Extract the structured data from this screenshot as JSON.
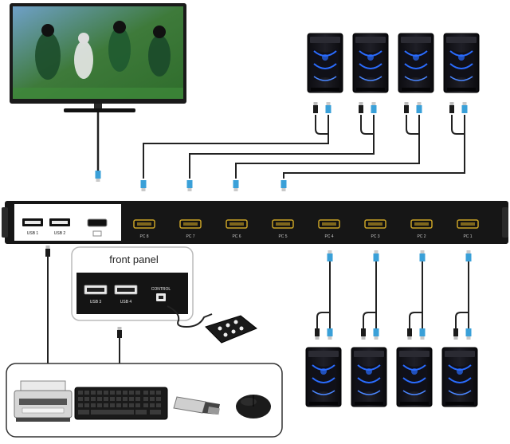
{
  "kvm": {
    "usb_ports": [
      "USB 1",
      "USB 2"
    ],
    "pc_ports": [
      "PC 8",
      "PC 7",
      "PC 6",
      "PC 5",
      "PC 4",
      "PC 3",
      "PC 2",
      "PC 1"
    ]
  },
  "front_panel": {
    "title": "front panel",
    "usb_ports": [
      "USB 3",
      "USB 4"
    ],
    "control_label": "CONTROL"
  },
  "colors": {
    "cable": "#222222",
    "connector_blue": "#3aa0d8",
    "pc_accent": "#2a6cff",
    "kvm_body": "#161616"
  },
  "icons": [
    "monitor-icon",
    "pc-tower-icon",
    "printer-icon",
    "keyboard-icon",
    "usb-drive-icon",
    "mouse-icon",
    "remote-control-icon"
  ]
}
